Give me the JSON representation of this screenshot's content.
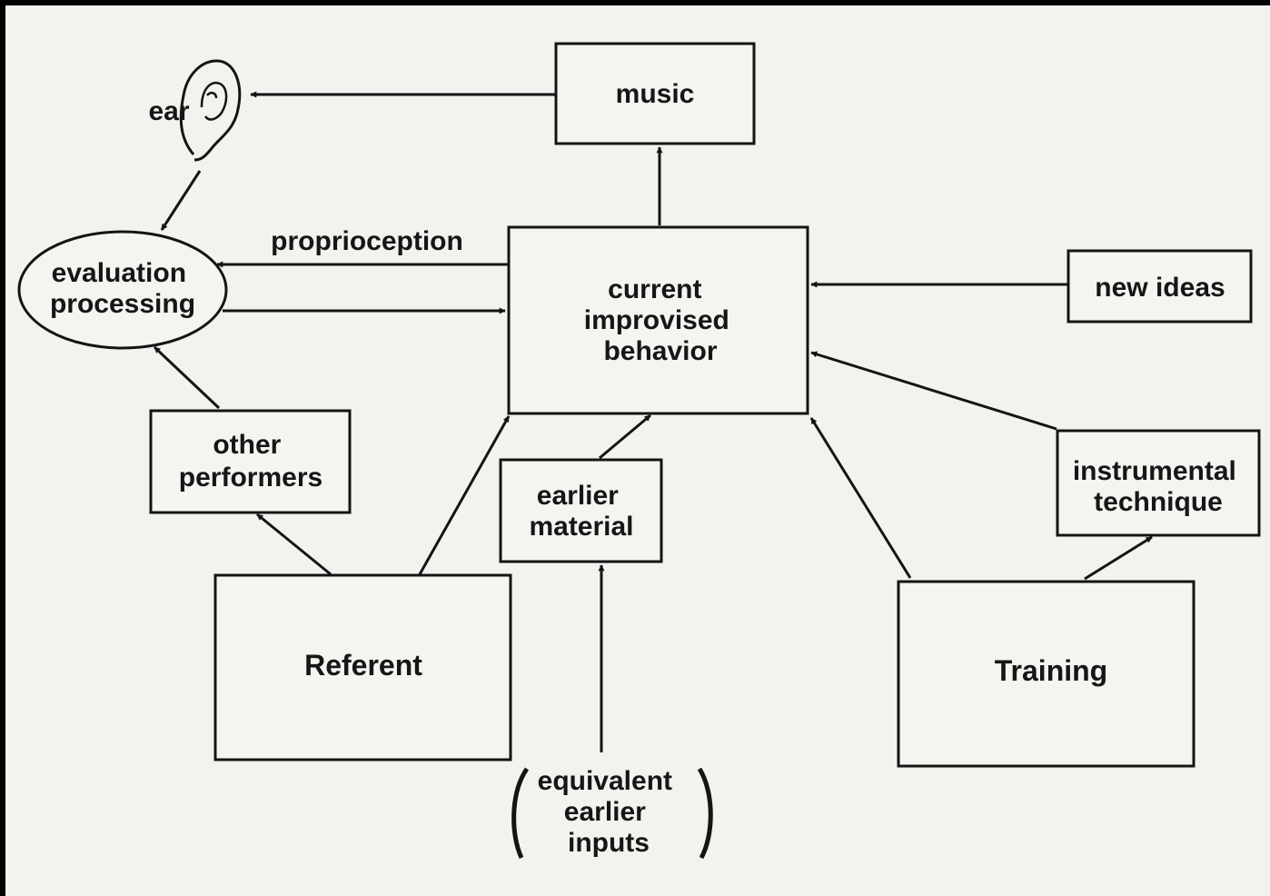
{
  "diagram": {
    "nodes": {
      "ear": "ear",
      "music": "music",
      "evaluation": [
        "evaluation",
        "processing"
      ],
      "current": [
        "current",
        "improvised",
        "behavior"
      ],
      "new_ideas": "new ideas",
      "other_performers": [
        "other",
        "performers"
      ],
      "earlier_material": [
        "earlier",
        "material"
      ],
      "instrumental_technique": [
        "instrumental",
        "technique"
      ],
      "referent": "Referent",
      "training": "Training",
      "equivalent_inputs": [
        "equivalent",
        "earlier",
        "inputs"
      ]
    },
    "edge_labels": {
      "proprioception": "proprioception"
    },
    "edges": [
      {
        "from": "music",
        "to": "ear"
      },
      {
        "from": "ear",
        "to": "evaluation"
      },
      {
        "from": "current",
        "to": "music"
      },
      {
        "from": "current",
        "to": "evaluation",
        "label": "proprioception"
      },
      {
        "from": "evaluation",
        "to": "current"
      },
      {
        "from": "new_ideas",
        "to": "current"
      },
      {
        "from": "other_performers",
        "to": "evaluation"
      },
      {
        "from": "referent",
        "to": "other_performers"
      },
      {
        "from": "referent",
        "to": "current"
      },
      {
        "from": "earlier_material",
        "to": "current"
      },
      {
        "from": "equivalent_inputs",
        "to": "earlier_material"
      },
      {
        "from": "training",
        "to": "current"
      },
      {
        "from": "instrumental_technique",
        "to": "current"
      },
      {
        "from": "training",
        "to": "instrumental_technique"
      }
    ]
  }
}
